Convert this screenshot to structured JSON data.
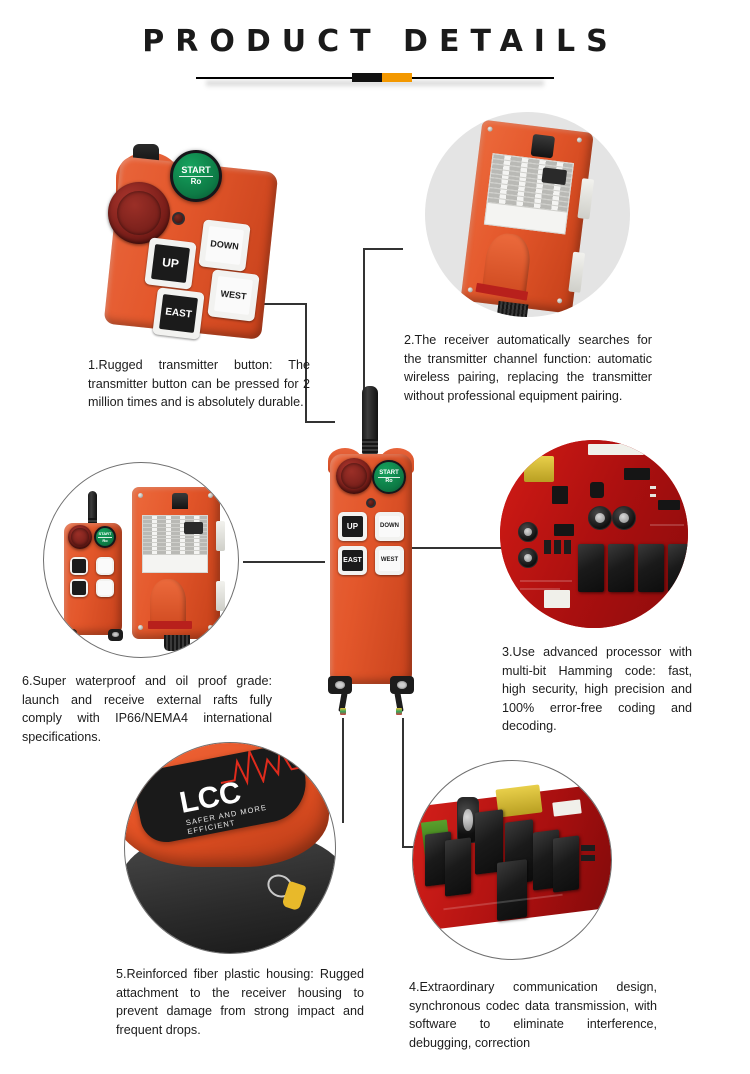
{
  "header": {
    "title": "PRODUCT DETAILS",
    "accent_black": "#111111",
    "accent_orange": "#f39800"
  },
  "callouts": [
    {
      "id": "callout-1",
      "number": "1",
      "text": "1.Rugged transmitter button: The transmitter button can be pressed for 2 million times and is absolutely durable."
    },
    {
      "id": "callout-2",
      "number": "2",
      "text": "2.The receiver automatically searches for the transmitter channel function: automatic wireless pairing, replacing the transmitter without professional equipment pairing."
    },
    {
      "id": "callout-3",
      "number": "3",
      "text": "3.Use advanced processor with multi-bit Hamming code: fast, high security, high precision and 100% error-free coding and decoding."
    },
    {
      "id": "callout-4",
      "number": "4",
      "text": "4.Extraordinary communication design, synchronous codec data transmission, with software to eliminate interference, debugging, correction"
    },
    {
      "id": "callout-5",
      "number": "5",
      "text": "5.Reinforced fiber plastic housing: Rugged attachment to the receiver housing to prevent damage from strong impact and frequent drops."
    },
    {
      "id": "callout-6",
      "number": "6",
      "text": "6.Super waterproof and oil proof grade: launch and receive external rafts fully comply with IP66/NEMA4 international specifications."
    }
  ],
  "transmitter": {
    "start_label_line1": "START",
    "start_label_line2": "Ro",
    "buttons": [
      "UP",
      "DOWN",
      "EAST",
      "WEST"
    ],
    "body_color": "#e3572b",
    "estop_color": "#7c1f1a",
    "start_color": "#0d7a45"
  },
  "receiver": {
    "body_color": "#e3562a",
    "label_color": "#f4f4f2"
  },
  "pcb": {
    "board_color": "#b91212",
    "relay_color": "#1a1a1a"
  },
  "brand": {
    "name": "LCC",
    "tagline": "SAFER AND MORE EFFICIENT",
    "wave_color": "#e02b1c"
  }
}
